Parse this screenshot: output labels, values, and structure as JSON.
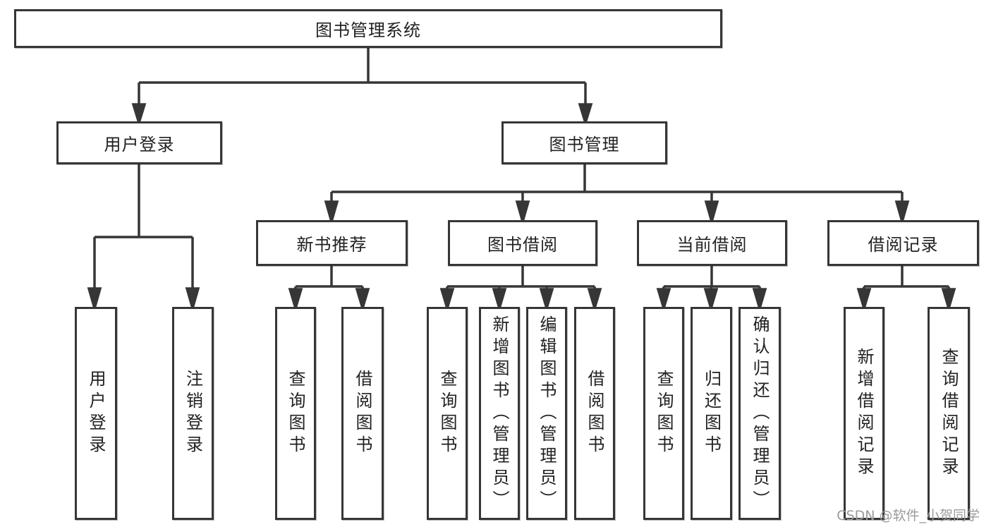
{
  "diagram": {
    "root_label": "图书管理系统",
    "level2": {
      "user_login": "用户登录",
      "book_management": "图书管理"
    },
    "level3": {
      "new_book_recommend": "新书推荐",
      "book_borrowing": "图书借阅",
      "current_borrowing": "当前借阅",
      "borrowing_records": "借阅记录"
    },
    "leaves": {
      "user_login": "用户登录",
      "logout": "注销登录",
      "recommend_query_book": "查询图书",
      "recommend_borrow_book": "借阅图书",
      "borrowing_query_book": "查询图书",
      "borrowing_add_book": "新增图书（管理员）",
      "borrowing_edit_book": "编辑图书（管理员）",
      "borrowing_borrow_book": "借阅图书",
      "current_query_book": "查询图书",
      "current_return_book": "归还图书",
      "current_confirm_return": "确认归还（管理员）",
      "records_add_record": "新增借阅记录",
      "records_query_record": "查询借阅记录"
    },
    "colors": {
      "line": "#363636",
      "text": "#212121",
      "background": "#ffffff",
      "watermark_text": "#9b9b9b"
    }
  },
  "watermark": {
    "text": "CSDN @软件_小贺同学"
  }
}
